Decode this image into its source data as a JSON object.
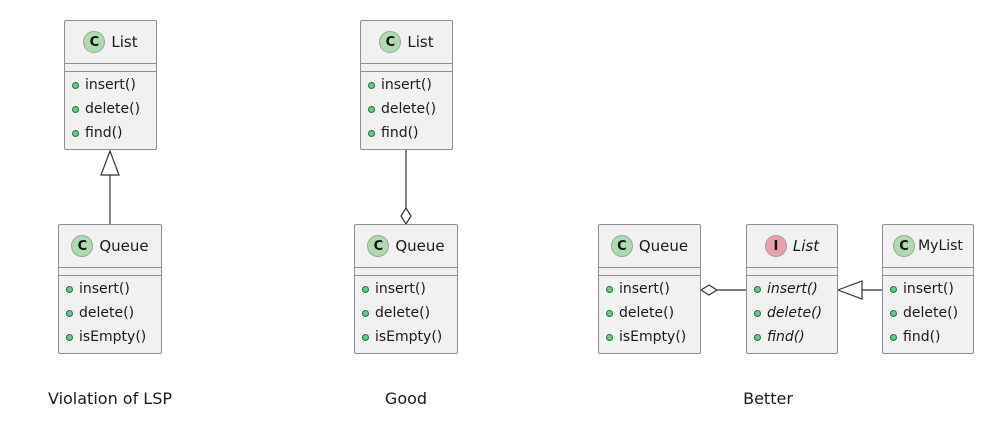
{
  "diagrams": [
    {
      "caption": "Violation of LSP",
      "list_class": {
        "name": "List",
        "stereotype": "C",
        "methods": [
          "insert()",
          "delete()",
          "find()"
        ]
      },
      "queue_class": {
        "name": "Queue",
        "stereotype": "C",
        "methods": [
          "insert()",
          "delete()",
          "isEmpty()"
        ]
      },
      "relation": "inheritance"
    },
    {
      "caption": "Good",
      "list_class": {
        "name": "List",
        "stereotype": "C",
        "methods": [
          "insert()",
          "delete()",
          "find()"
        ]
      },
      "queue_class": {
        "name": "Queue",
        "stereotype": "C",
        "methods": [
          "insert()",
          "delete()",
          "isEmpty()"
        ]
      },
      "relation": "aggregation"
    },
    {
      "caption": "Better",
      "queue_class": {
        "name": "Queue",
        "stereotype": "C",
        "methods": [
          "insert()",
          "delete()",
          "isEmpty()"
        ]
      },
      "list_interface": {
        "name": "List",
        "stereotype": "I",
        "methods": [
          "insert()",
          "delete()",
          "find()"
        ]
      },
      "mylist_class": {
        "name": "MyList",
        "stereotype": "C",
        "methods": [
          "insert()",
          "delete()",
          "find()"
        ]
      },
      "relations": [
        "aggregation",
        "realization"
      ]
    }
  ],
  "colors": {
    "class_fill": "#f1f1f1",
    "border": "#8f8f8f",
    "class_stereotype": "#addbad",
    "interface_stereotype": "#e9a0ad",
    "method_dot": "#84be84",
    "edge": "#333333"
  }
}
